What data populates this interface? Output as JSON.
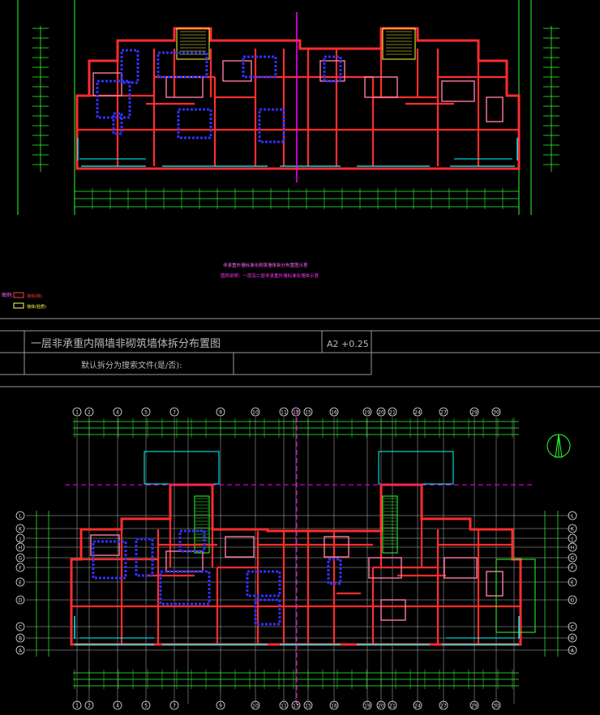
{
  "drawing": {
    "title": "一层非承重内隔墙非砌筑墙体拆分布置图",
    "scale_text": "A2 +0.25",
    "subtitle": "默认拆分为搜索文件(是/否):",
    "legend_label": "图例:",
    "legend_items": [
      {
        "label": "墙体(砌)",
        "color": "#ff3b3b"
      },
      {
        "label": "墙体(轻质)",
        "color": "#ffff4d"
      }
    ],
    "notes": [
      {
        "text": "非承重外墙标准化砌筑墙体拆分布置图示意",
        "color": "#ff66ff"
      },
      {
        "text": "图例说明：一层及二层非承重外墙标准化墙体示意",
        "color": "#ff33ff"
      }
    ],
    "bottom_grid_labels": [
      "1",
      "2",
      "4",
      "5",
      "7",
      "9",
      "10",
      "11",
      "13",
      "15",
      "16",
      "19",
      "20",
      "21",
      "24",
      "27",
      "29",
      "30"
    ],
    "side_grid_labels": [
      "L",
      "K",
      "J",
      "H",
      "G",
      "F",
      "E",
      "D",
      "C",
      "B",
      "A"
    ]
  },
  "colors": {
    "background": "#000000",
    "wall_red": "#ff2d2d",
    "wall_pink": "#ff7aa0",
    "dim_green": "#2eff2e",
    "grid_white": "#e6e6e6",
    "cyan": "#00ffff",
    "yellow": "#ffff3a",
    "magenta": "#ff00ff",
    "blue": "#3030ff",
    "frame_gray": "#9a9a9a"
  }
}
